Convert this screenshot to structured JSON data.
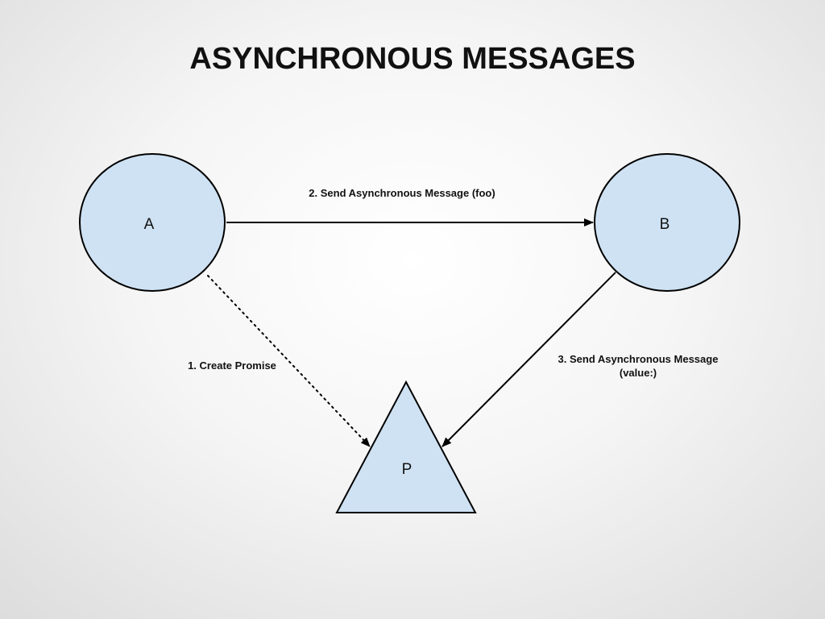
{
  "title": "ASYNCHRONOUS MESSAGES",
  "nodes": {
    "a": {
      "label": "A"
    },
    "b": {
      "label": "B"
    },
    "p": {
      "label": "P"
    }
  },
  "edges": {
    "create_promise": {
      "label": "1. Create Promise"
    },
    "send_foo": {
      "label": "2. Send Asynchronous Message (foo)"
    },
    "send_value": {
      "label_line1": "3. Send Asynchronous Message",
      "label_line2": "(value:)"
    }
  },
  "colors": {
    "node_fill": "#cfe2f3",
    "stroke": "#000000"
  }
}
